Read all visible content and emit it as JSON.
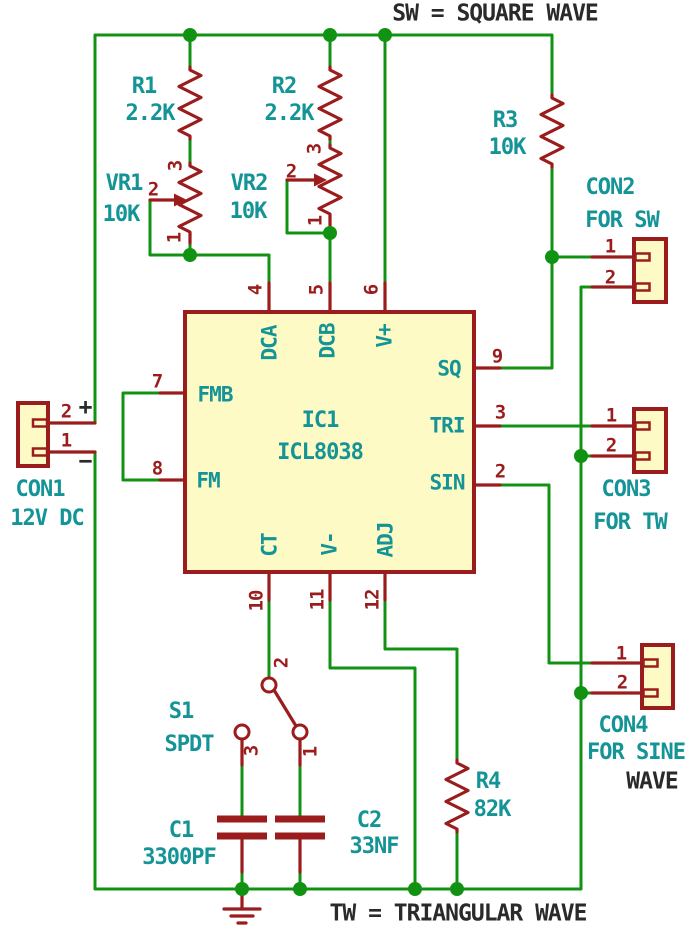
{
  "colors": {
    "wire": "#129212",
    "component": "#9b1c1c",
    "label": "#149496",
    "fill": "#fdfac5",
    "text": "#2a2a2a"
  },
  "titles": {
    "square_wave": "SW = SQUARE WAVE",
    "triangular_wave": "TW = TRIANGULAR WAVE"
  },
  "ic": {
    "ref": "IC1",
    "value": "ICL8038",
    "pins": [
      {
        "num": "4",
        "name": "DCA"
      },
      {
        "num": "5",
        "name": "DCB"
      },
      {
        "num": "6",
        "name": "V+"
      },
      {
        "num": "7",
        "name": "FMB"
      },
      {
        "num": "8",
        "name": "FM"
      },
      {
        "num": "9",
        "name": "SQ"
      },
      {
        "num": "3",
        "name": "TRI"
      },
      {
        "num": "2",
        "name": "SIN"
      },
      {
        "num": "10",
        "name": "CT"
      },
      {
        "num": "11",
        "name": "V-"
      },
      {
        "num": "12",
        "name": "ADJ"
      }
    ]
  },
  "resistors": [
    {
      "ref": "R1",
      "value": "2.2K"
    },
    {
      "ref": "R2",
      "value": "2.2K"
    },
    {
      "ref": "R3",
      "value": "10K"
    },
    {
      "ref": "R4",
      "value": "82K"
    }
  ],
  "potentiometers": [
    {
      "ref": "VR1",
      "value": "10K",
      "pin1": "1",
      "pin2": "2",
      "pin3": "3"
    },
    {
      "ref": "VR2",
      "value": "10K",
      "pin1": "1",
      "pin2": "2",
      "pin3": "3"
    }
  ],
  "capacitors": [
    {
      "ref": "C1",
      "value": "3300PF"
    },
    {
      "ref": "C2",
      "value": "33NF"
    }
  ],
  "switch": {
    "ref": "S1",
    "value": "SPDT",
    "pin1": "1",
    "pin2": "2",
    "pin3": "3"
  },
  "connectors": [
    {
      "ref": "CON1",
      "line1": "12V DC",
      "line2": "",
      "pin1": "1",
      "pin2": "2",
      "plus": "+",
      "minus": "−"
    },
    {
      "ref": "CON2",
      "line1": "FOR SW",
      "line2": "",
      "pin1": "1",
      "pin2": "2"
    },
    {
      "ref": "CON3",
      "line1": "FOR TW",
      "line2": "",
      "pin1": "1",
      "pin2": "2"
    },
    {
      "ref": "CON4",
      "line1": "FOR SINE",
      "line2": "WAVE",
      "pin1": "1",
      "pin2": "2"
    }
  ]
}
